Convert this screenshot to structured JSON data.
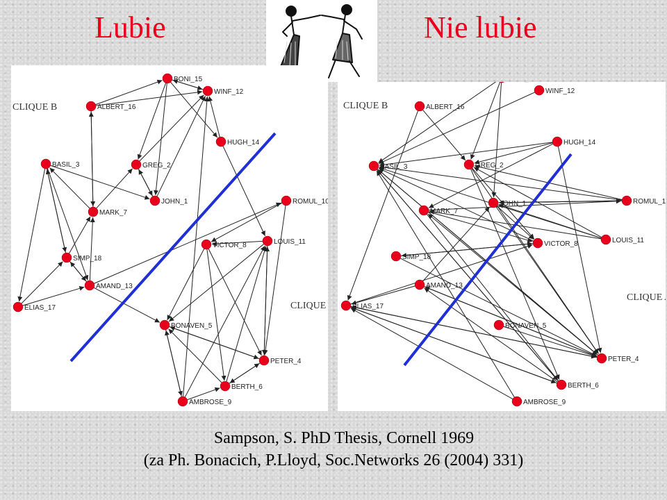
{
  "header": {
    "left_title": "Lubie",
    "right_title": "Nie lubie",
    "title_color": "#e8001c"
  },
  "illustration": {
    "icon": "samurai-duel-illustration"
  },
  "nodes": [
    "BONI_15",
    "WINF_12",
    "ALBERT_16",
    "HUGH_14",
    "BASIL_3",
    "GREG_2",
    "JOHN_1",
    "MARK_7",
    "ROMUL_10",
    "VICTOR_8",
    "LOUIS_11",
    "SIMP_18",
    "AMAND_13",
    "ELIAS_17",
    "BONAVEN_5",
    "PETER_4",
    "BERTH_6",
    "AMBROSE_9"
  ],
  "colors": {
    "node": "#e8001c",
    "edge": "#222222",
    "divider": "#1f2fd6"
  },
  "left_panel": {
    "clique_b_label": "CLIQUE B",
    "clique_a_label": "CLIQUE A",
    "edges": [
      [
        "ALBERT_16",
        "BONI_15"
      ],
      [
        "BONI_15",
        "WINF_12"
      ],
      [
        "WINF_12",
        "BONI_15"
      ],
      [
        "BONI_15",
        "GREG_2"
      ],
      [
        "BONI_15",
        "HUGH_14"
      ],
      [
        "ALBERT_16",
        "WINF_12"
      ],
      [
        "GREG_2",
        "WINF_12"
      ],
      [
        "JOHN_1",
        "WINF_12"
      ],
      [
        "HUGH_14",
        "WINF_12"
      ],
      [
        "BONI_15",
        "JOHN_1"
      ],
      [
        "GREG_2",
        "JOHN_1"
      ],
      [
        "JOHN_1",
        "GREG_2"
      ],
      [
        "MARK_7",
        "GREG_2"
      ],
      [
        "ALBERT_16",
        "MARK_7"
      ],
      [
        "MARK_7",
        "ALBERT_16"
      ],
      [
        "BASIL_3",
        "JOHN_1"
      ],
      [
        "MARK_7",
        "BASIL_3"
      ],
      [
        "BASIL_3",
        "SIMP_18"
      ],
      [
        "SIMP_18",
        "BASIL_3"
      ],
      [
        "BASIL_3",
        "ELIAS_17"
      ],
      [
        "BASIL_3",
        "AMAND_13"
      ],
      [
        "SIMP_18",
        "MARK_7"
      ],
      [
        "AMAND_13",
        "MARK_7"
      ],
      [
        "ELIAS_17",
        "SIMP_18"
      ],
      [
        "SIMP_18",
        "AMAND_13"
      ],
      [
        "AMAND_13",
        "SIMP_18"
      ],
      [
        "ELIAS_17",
        "AMAND_13"
      ],
      [
        "AMAND_13",
        "BONAVEN_5"
      ],
      [
        "AMAND_13",
        "ROMUL_10"
      ],
      [
        "ROMUL_10",
        "VICTOR_8"
      ],
      [
        "LOUIS_11",
        "VICTOR_8"
      ],
      [
        "VICTOR_8",
        "PETER_4"
      ],
      [
        "VICTOR_8",
        "BERTH_6"
      ],
      [
        "VICTOR_8",
        "BONAVEN_5"
      ],
      [
        "LOUIS_11",
        "PETER_4"
      ],
      [
        "ROMUL_10",
        "PETER_4"
      ],
      [
        "PETER_4",
        "LOUIS_11"
      ],
      [
        "LOUIS_11",
        "BONAVEN_5"
      ],
      [
        "PETER_4",
        "BONAVEN_5"
      ],
      [
        "BONAVEN_5",
        "PETER_4"
      ],
      [
        "BONAVEN_5",
        "AMBROSE_9"
      ],
      [
        "AMBROSE_9",
        "BONAVEN_5"
      ],
      [
        "BERTH_6",
        "BONAVEN_5"
      ],
      [
        "BERTH_6",
        "PETER_4"
      ],
      [
        "PETER_4",
        "BERTH_6"
      ],
      [
        "AMBROSE_9",
        "LOUIS_11"
      ],
      [
        "AMBROSE_9",
        "BERTH_6"
      ],
      [
        "AMBROSE_9",
        "WINF_12"
      ],
      [
        "HUGH_14",
        "LOUIS_11"
      ],
      [
        "BERTH_6",
        "LOUIS_11"
      ]
    ]
  },
  "right_panel": {
    "clique_b_label": "CLIQUE B",
    "clique_a_label": "CLIQUE A",
    "edges": [
      [
        "BONI_15",
        "BASIL_3"
      ],
      [
        "BONI_15",
        "GREG_2"
      ],
      [
        "BONI_15",
        "JOHN_1"
      ],
      [
        "ALBERT_16",
        "GREG_2"
      ],
      [
        "ALBERT_16",
        "ELIAS_17"
      ],
      [
        "WINF_12",
        "BASIL_3"
      ],
      [
        "HUGH_14",
        "BASIL_3"
      ],
      [
        "HUGH_14",
        "GREG_2"
      ],
      [
        "HUGH_14",
        "MARK_7"
      ],
      [
        "HUGH_14",
        "PETER_4"
      ],
      [
        "GREG_2",
        "VICTOR_8"
      ],
      [
        "GREG_2",
        "PETER_4"
      ],
      [
        "GREG_2",
        "BERTH_6"
      ],
      [
        "JOHN_1",
        "ROMUL_10"
      ],
      [
        "JOHN_1",
        "VICTOR_8"
      ],
      [
        "MARK_7",
        "ROMUL_10"
      ],
      [
        "MARK_7",
        "VICTOR_8"
      ],
      [
        "LOUIS_11",
        "BASIL_3"
      ],
      [
        "LOUIS_11",
        "GREG_2"
      ],
      [
        "LOUIS_11",
        "JOHN_1"
      ],
      [
        "LOUIS_11",
        "MARK_7"
      ],
      [
        "ROMUL_10",
        "BASIL_3"
      ],
      [
        "ROMUL_10",
        "JOHN_1"
      ],
      [
        "VICTOR_8",
        "BASIL_3"
      ],
      [
        "VICTOR_8",
        "SIMP_18"
      ],
      [
        "SIMP_18",
        "VICTOR_8"
      ],
      [
        "AMAND_13",
        "JOHN_1"
      ],
      [
        "AMAND_13",
        "ELIAS_17"
      ],
      [
        "ELIAS_17",
        "PETER_4"
      ],
      [
        "ELIAS_17",
        "BERTH_6"
      ],
      [
        "PETER_4",
        "BASIL_3"
      ],
      [
        "PETER_4",
        "ELIAS_17"
      ],
      [
        "PETER_4",
        "AMAND_13"
      ],
      [
        "PETER_4",
        "MARK_7"
      ],
      [
        "BERTH_6",
        "BASIL_3"
      ],
      [
        "BERTH_6",
        "ELIAS_17"
      ],
      [
        "BERTH_6",
        "AMAND_13"
      ],
      [
        "AMBROSE_9",
        "ELIAS_17"
      ],
      [
        "AMBROSE_9",
        "BASIL_3"
      ],
      [
        "BONAVEN_5",
        "PETER_4"
      ],
      [
        "BASIL_3",
        "PETER_4"
      ],
      [
        "BASIL_3",
        "BERTH_6"
      ],
      [
        "SIMP_18",
        "PETER_4"
      ],
      [
        "JOHN_1",
        "PETER_4"
      ],
      [
        "MARK_7",
        "BERTH_6"
      ],
      [
        "ROMUL_10",
        "GREG_2"
      ],
      [
        "ELIAS_17",
        "VICTOR_8"
      ],
      [
        "AMAND_13",
        "PETER_4"
      ]
    ]
  },
  "caption": {
    "line1": "Sampson, S. PhD Thesis, Cornell 1969",
    "line2": "(za Ph. Bonacich, P.Lloyd, Soc.Networks 26 (2004) 331)"
  }
}
